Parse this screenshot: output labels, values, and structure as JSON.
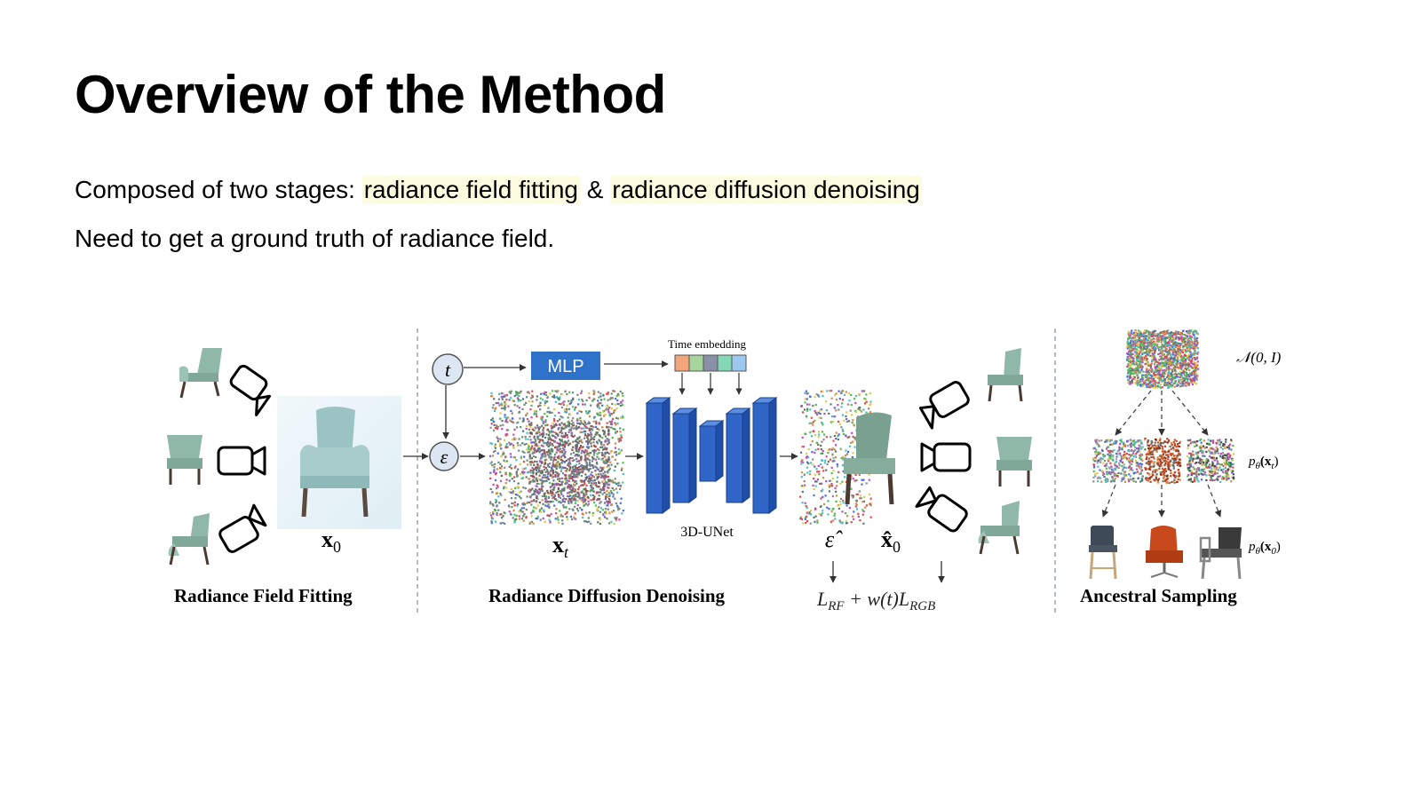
{
  "slide": {
    "title": "Overview of the Method",
    "line1_prefix": "Composed of two stages: ",
    "highlight1": "radiance field fitting",
    "line1_amp": " & ",
    "highlight2": "radiance diffusion denoising",
    "line2": "Need to get a ground truth of radiance field.",
    "highlight_color": "#fdfbe0"
  },
  "figure": {
    "section_labels": [
      "Radiance Field Fitting",
      "Radiance Diffusion Denoising",
      "Ancestral Sampling"
    ],
    "t_symbol": "t",
    "eps_symbol": "ε",
    "mlp_label": "MLP",
    "time_embedding_label": "Time embedding",
    "unet_label": "3D-UNet",
    "x0_label": "x",
    "x0_sub": "0",
    "xt_label": "x",
    "xt_sub": "t",
    "eps_hat": "ε̂",
    "x0_hat": "x̂",
    "x0_hat_sub": "0",
    "loss_main": "L",
    "loss_sub1": "RF",
    "loss_mid": " + w(t)L",
    "loss_sub2": "RGB",
    "normal_dist": "𝒩(0, I)",
    "p_xt": "p",
    "p_xt_sub": "θ",
    "p_xt_arg": "(x",
    "p_xt_arg_sub": "t",
    "p_x0_arg_sub": "0",
    "close_paren": ")",
    "colors": {
      "mlp_blue": "#2f72c9",
      "unet_blue": "#2f66c8",
      "chair_green": "#8fb8a8",
      "time_emb": [
        "#f2a47a",
        "#a6d49a",
        "#8a8fa8",
        "#86d6b8",
        "#9cc8ee"
      ],
      "circle_fill": "#dde6f3"
    }
  }
}
